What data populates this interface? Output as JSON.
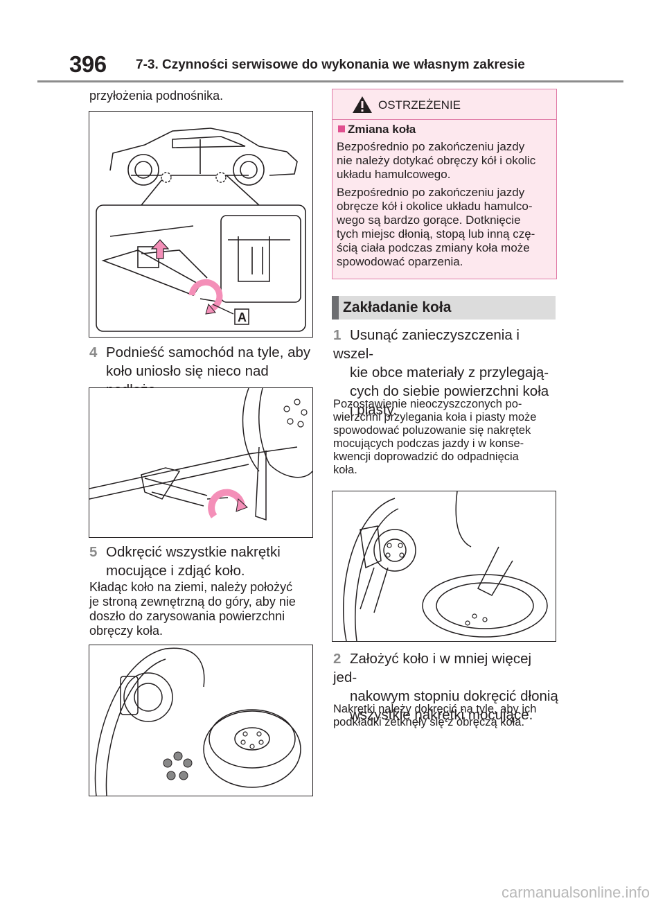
{
  "header": {
    "page_number": "396",
    "title": "7-3. Czynności serwisowe do wykonania we własnym zakresie"
  },
  "left": {
    "intro": "przyłożenia podnośnika.",
    "fig1_label": "A",
    "step4": {
      "num": "4",
      "line1": "Podnieść samochód na tyle, aby",
      "line2": "koło uniosło się nieco nad podłoże."
    },
    "step5": {
      "num": "5",
      "line1": "Odkręcić wszystkie nakrętki",
      "line2": "mocujące i zdjąć koło."
    },
    "step5_note": [
      "Kładąc koło na ziemi, należy położyć",
      "je stroną zewnętrzną do góry, aby nie",
      "doszło do zarysowania powierzchni",
      "obręczy koła."
    ]
  },
  "warning": {
    "title": "OSTRZEŻENIE",
    "subtitle": "Zmiana koła",
    "para1": [
      "Bezpośrednio po zakończeniu jazdy",
      "nie należy dotykać obręczy kół i okolic",
      "układu hamulcowego."
    ],
    "para2": [
      "Bezpośrednio po zakończeniu jazdy",
      "obręcze kół i okolice układu hamulco-",
      "wego są bardzo gorące. Dotknięcie",
      "tych miejsc dłonią, stopą lub inną czę-",
      "ścią ciała podczas zmiany koła może",
      "spowodować oparzenia."
    ]
  },
  "section": {
    "title": "Zakładanie koła"
  },
  "right": {
    "step1": {
      "num": "1",
      "lines": [
        "Usunąć zanieczyszczenia i wszel-",
        "kie obce materiały z przylegają-",
        "cych do siebie powierzchni koła",
        "i piasty."
      ]
    },
    "step1_note": [
      "Pozostawienie nieoczyszczonych po-",
      "wierzchni przylegania koła i piasty może",
      "spowodować poluzowanie się nakrętek",
      "mocujących podczas jazdy i w konse-",
      "kwencji doprowadzić do odpadnięcia",
      "koła."
    ],
    "step2": {
      "num": "2",
      "lines": [
        "Założyć koło i w mniej więcej jed-",
        "nakowym stopniu dokręcić dłonią",
        "wszystkie nakrętki mocujące."
      ]
    },
    "step2_note": [
      "Nakrętki należy dokręcić na tyle, aby ich",
      "podkładki zetknęły się z obręczą koła."
    ]
  },
  "watermark": "carmanualsonline.info",
  "colors": {
    "warning_pink": "#fde8ee",
    "warning_border": "#e07aa6",
    "rotation_arrow": "#f48fb8",
    "section_bar": "#dcdcdc"
  }
}
